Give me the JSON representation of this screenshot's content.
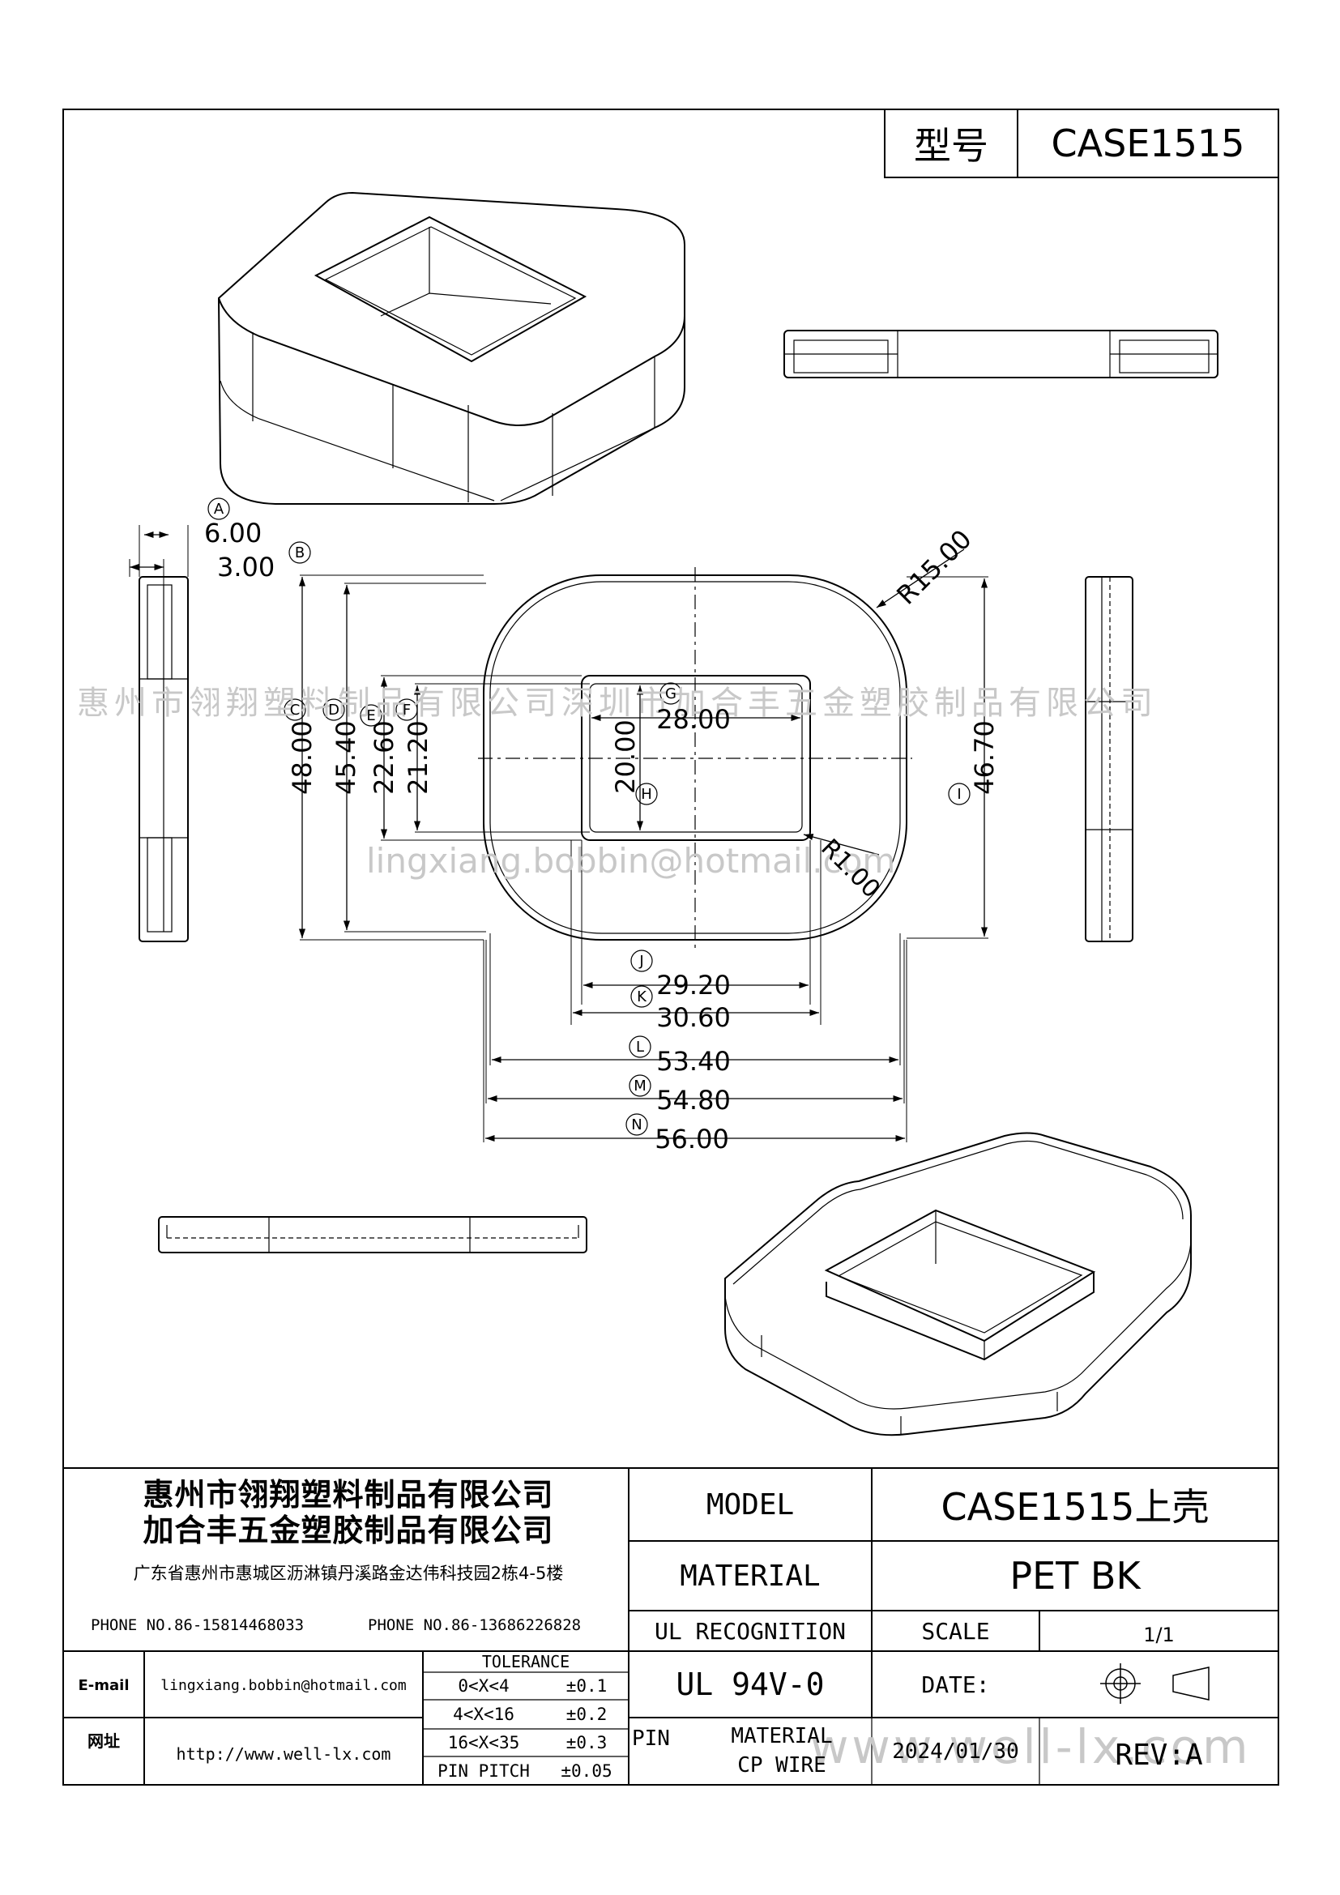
{
  "header": {
    "model_label": "型号",
    "model_value": "CASE1515"
  },
  "dimensions": {
    "A": {
      "tag": "A",
      "value": "6.00"
    },
    "B": {
      "tag": "B",
      "value": "3.00"
    },
    "C": {
      "tag": "C",
      "value": "48.00"
    },
    "D": {
      "tag": "D",
      "value": "45.40"
    },
    "E": {
      "tag": "E",
      "value": "22.60"
    },
    "F": {
      "tag": "F",
      "value": "21.20"
    },
    "G": {
      "tag": "G",
      "value": "28.00"
    },
    "H": {
      "tag": "H",
      "value": "20.00"
    },
    "I": {
      "tag": "I",
      "value": "46.70"
    },
    "J": {
      "tag": "J",
      "value": "29.20"
    },
    "K": {
      "tag": "K",
      "value": "30.60"
    },
    "L": {
      "tag": "L",
      "value": "53.40"
    },
    "M": {
      "tag": "M",
      "value": "54.80"
    },
    "N": {
      "tag": "N",
      "value": "56.00"
    },
    "R_outer": "R15.00",
    "R_inner": "R1.00"
  },
  "watermarks": {
    "company": "惠州市翎翔塑料制品有限公司深圳市加合丰五金塑胶制品有限公司",
    "email": "lingxiang.bobbin@hotmail.com",
    "site": "www.well-lx.com"
  },
  "title_block": {
    "company_1": "惠州市翎翔塑料制品有限公司",
    "company_2": "加合丰五金塑胶制品有限公司",
    "address": "广东省惠州市惠城区沥淋镇丹溪路金达伟科技园2栋4-5楼",
    "phone_1": "PHONE NO.86-15814468033",
    "phone_2": "PHONE NO.86-13686226828",
    "email_label": "E-mail",
    "email_value": "lingxiang.bobbin@hotmail.com",
    "web_label": "网址",
    "web_value": "http://www.well-lx.com",
    "tolerance_title": "TOLERANCE",
    "tolerance_rows": [
      {
        "range": "0<X<4",
        "value": "±0.1"
      },
      {
        "range": "4<X<16",
        "value": "±0.2"
      },
      {
        "range": "16<X<35",
        "value": "±0.3"
      },
      {
        "range": "PIN PITCH",
        "value": "±0.05"
      }
    ],
    "model_label": "MODEL",
    "model_value": "CASE1515上壳",
    "material_label": "MATERIAL",
    "material_value": "PET BK",
    "ul_label": "UL RECOGNITION",
    "ul_value": "UL 94V-0",
    "scale_label": "SCALE",
    "scale_value": "1/1",
    "date_label": "DATE:",
    "date_value": "2024/01/30",
    "pin_label": "PIN",
    "pin_material_label": "MATERIAL",
    "pin_material_value": "CP WIRE",
    "rev_label": "REV:A"
  }
}
